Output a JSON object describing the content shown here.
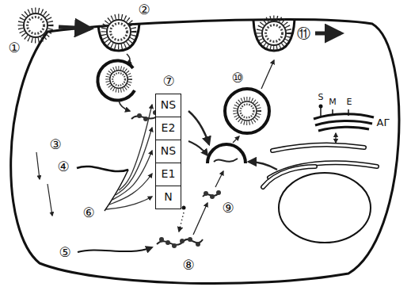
{
  "diagram": {
    "nodes": [
      {
        "text": [
          "NS"
        ]
      },
      {
        "text": [
          "E2"
        ]
      },
      {
        "text": [
          "NS"
        ]
      },
      {
        "text": [
          "E1"
        ]
      },
      {
        "text": [
          "N"
        ]
      }
    ],
    "labels": [
      "①",
      "②",
      "③",
      "④",
      "⑤",
      "⑥",
      "⑦",
      "⑧",
      "⑨",
      "⑩",
      "⑪",
      "S",
      "M",
      "E",
      "АГ"
    ]
  }
}
